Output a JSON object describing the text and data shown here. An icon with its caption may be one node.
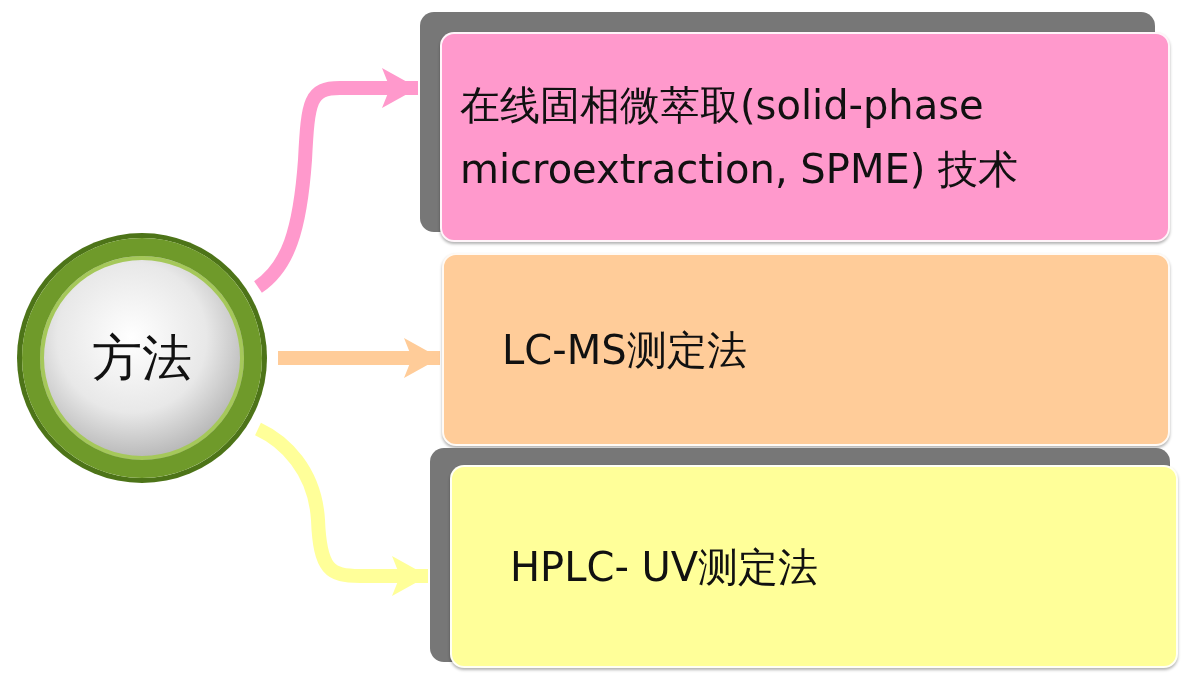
{
  "diagram": {
    "nodes": [
      {
        "text": [
          "方法"
        ]
      },
      {
        "text": [
          "在线固相微萃取(solid-phase microextraction, SPME) 技术"
        ]
      },
      {
        "text": [
          "LC-MS测定法"
        ]
      },
      {
        "text": [
          "HPLC- UV测定法"
        ]
      }
    ],
    "edges": [
      {
        "from": 0,
        "to": 1,
        "arrow": "to",
        "color": "#ff99cc"
      },
      {
        "from": 0,
        "to": 2,
        "arrow": "to",
        "color": "#ffcc99"
      },
      {
        "from": 0,
        "to": 3,
        "arrow": "to",
        "color": "#ffff99"
      }
    ]
  }
}
